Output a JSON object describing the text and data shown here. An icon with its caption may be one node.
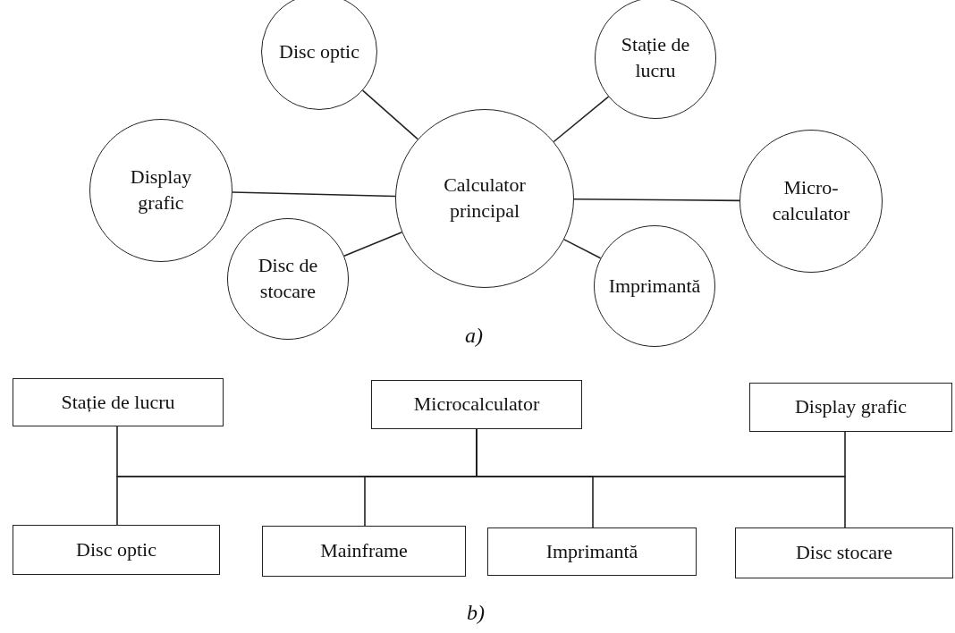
{
  "diagram": {
    "nodes": [
      {
        "text": [
          "Disc optic"
        ]
      },
      {
        "text": [
          "Stație de lucru"
        ]
      },
      {
        "text": [
          "Display grafic"
        ]
      },
      {
        "text": [
          "Calculator principal"
        ]
      },
      {
        "text": [
          "Micro-calculator"
        ]
      },
      {
        "text": [
          "Disc de stocare"
        ]
      },
      {
        "text": [
          "Imprimantă"
        ]
      },
      {
        "text": [
          "Stație de lucru"
        ]
      },
      {
        "text": [
          "Microcalculator"
        ]
      },
      {
        "text": [
          "Display grafic"
        ]
      },
      {
        "text": [
          "Disc optic"
        ]
      },
      {
        "text": [
          "Mainframe"
        ]
      },
      {
        "text": [
          "Imprimantă"
        ]
      },
      {
        "text": [
          "Disc stocare"
        ]
      }
    ],
    "edges": [
      {
        "from": 3,
        "to": 0,
        "arrow": "none"
      },
      {
        "from": 3,
        "to": 1,
        "arrow": "none"
      },
      {
        "from": 3,
        "to": 2,
        "arrow": "none"
      },
      {
        "from": 3,
        "to": 4,
        "arrow": "none"
      },
      {
        "from": 3,
        "to": 5,
        "arrow": "none"
      },
      {
        "from": 3,
        "to": 6,
        "arrow": "none"
      },
      {
        "from": 8,
        "to": 7,
        "arrow": "none"
      },
      {
        "from": 8,
        "to": 9,
        "arrow": "none"
      },
      {
        "from": 8,
        "to": 10,
        "arrow": "none"
      },
      {
        "from": 8,
        "to": 11,
        "arrow": "none"
      },
      {
        "from": 8,
        "to": 12,
        "arrow": "none"
      },
      {
        "from": 8,
        "to": 13,
        "arrow": "none"
      }
    ],
    "labels": [
      "a)",
      "b)"
    ]
  }
}
